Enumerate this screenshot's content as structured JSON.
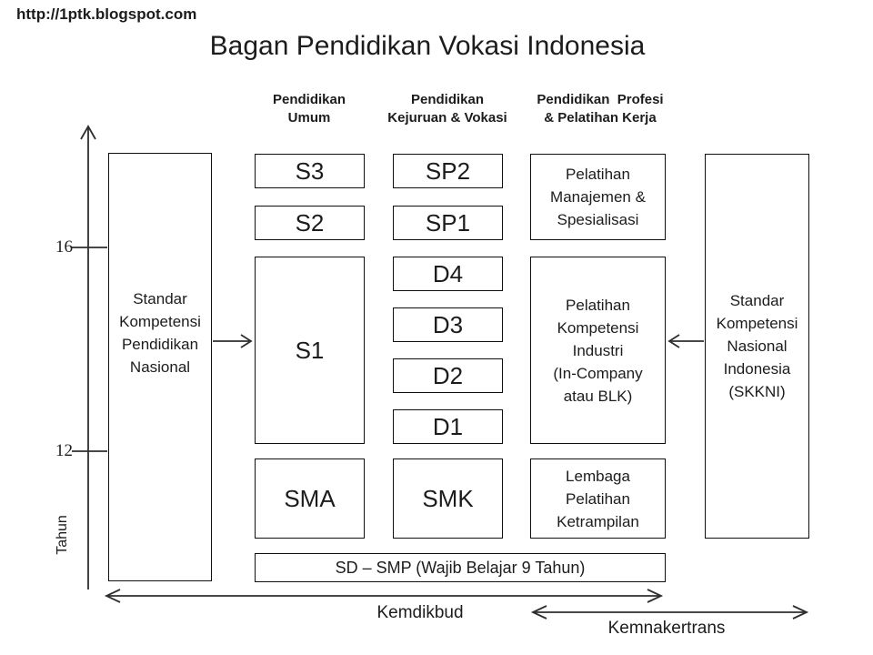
{
  "page": {
    "url": "http://1ptk.blogspot.com",
    "title": "Bagan Pendidikan Vokasi Indonesia"
  },
  "column_headers": {
    "umum": "Pendidikan\nUmum",
    "kejuruan_vokasi": "Pendidikan\nKejuruan & Vokasi",
    "profesi_pelatihan": "Pendidikan  Profesi\n& Pelatihan Kerja"
  },
  "axis": {
    "tick_16": "16",
    "tick_12": "12",
    "label": "Tahun"
  },
  "boxes": {
    "standar_pendidikan_nasional": "Standar\nKompetensi\nPendidikan\nNasional",
    "s3": "S3",
    "s2": "S2",
    "s1": "S1",
    "sma": "SMA",
    "sp2": "SP2",
    "sp1": "SP1",
    "d4": "D4",
    "d3": "D3",
    "d2": "D2",
    "d1": "D1",
    "smk": "SMK",
    "pelatihan_manajemen": "Pelatihan\nManajemen &\nSpesialisasi",
    "pelatihan_kompetensi_industri": "Pelatihan\nKompetensi\nIndustri\n(In-Company\natau BLK)",
    "lembaga_pelatihan": "Lembaga\nPelatihan\nKetrampilan",
    "skkni": "Standar\nKompetensi\nNasional\nIndonesia\n(SKKNI)",
    "sd_smp": "SD – SMP (Wajib Belajar 9 Tahun)"
  },
  "ministry_ranges": {
    "kemdikbud": "Kemdikbud",
    "kemnakertrans": "Kemnakertrans"
  },
  "colors": {
    "ink": "#1c1c1c",
    "border": "#0f0f0f",
    "arrow": "#2e2e2e",
    "background": "#ffffff"
  }
}
